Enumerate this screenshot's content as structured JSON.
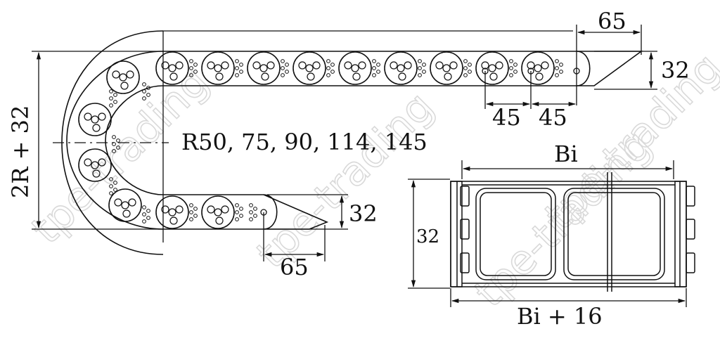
{
  "labels": {
    "top_pitch_width": "65",
    "top_height": "32",
    "pitch_a": "45",
    "pitch_b": "45",
    "radius": "R50, 75, 90, 114, 145",
    "left_height": "2R + 32",
    "bottom_height": "32",
    "bottom_pitch_width": "65",
    "inner_width": "Bi",
    "section_height": "32",
    "outer_width": "Bi + 16"
  },
  "watermark": "tpe-trading",
  "colors": {
    "line": "#111111",
    "watermark": "#d9d9d9"
  }
}
